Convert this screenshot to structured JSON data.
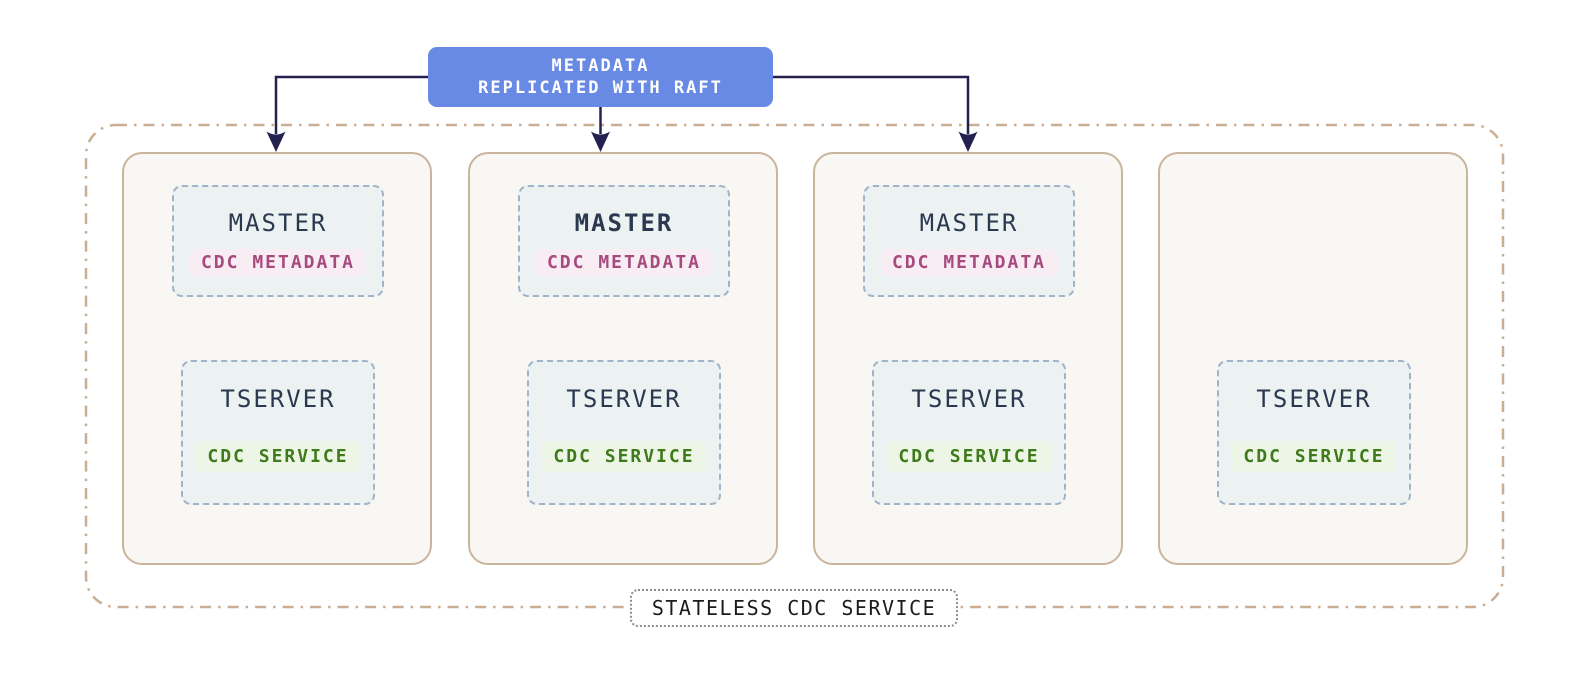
{
  "diagram": {
    "title_box": {
      "line1": "METADATA",
      "line2": "REPLICATED WITH RAFT"
    },
    "container": {
      "label": "STATELESS CDC SERVICE"
    },
    "nodes": [
      {
        "name": "node-1",
        "master": {
          "label": "MASTER",
          "badge": "CDC METADATA",
          "bold": false
        },
        "tserver": {
          "label": "TSERVER",
          "badge": "CDC SERVICE"
        }
      },
      {
        "name": "node-2",
        "master": {
          "label": "MASTER",
          "badge": "CDC METADATA",
          "bold": true
        },
        "tserver": {
          "label": "TSERVER",
          "badge": "CDC SERVICE"
        }
      },
      {
        "name": "node-3",
        "master": {
          "label": "MASTER",
          "badge": "CDC METADATA",
          "bold": false
        },
        "tserver": {
          "label": "TSERVER",
          "badge": "CDC SERVICE"
        }
      },
      {
        "name": "node-4",
        "tserver": {
          "label": "TSERVER",
          "badge": "CDC SERVICE"
        }
      }
    ],
    "colors": {
      "title_bg": "#6889E4",
      "title_text": "#FFFFFF",
      "arrow": "#23214F",
      "outer_border": "#C9AE93",
      "node_border": "#CBB49C",
      "node_bg": "#F9F7F3",
      "inner_border": "#9FB4C9",
      "inner_bg": "#ECF1F1",
      "server_text": "#2A3950",
      "metadata_badge_text": "#A74B7F",
      "metadata_badge_bg": "#F8EDF3",
      "service_badge_text": "#3F7A1B",
      "service_badge_bg": "#EDF6E6",
      "container_label_text": "#1B1B1B"
    }
  }
}
